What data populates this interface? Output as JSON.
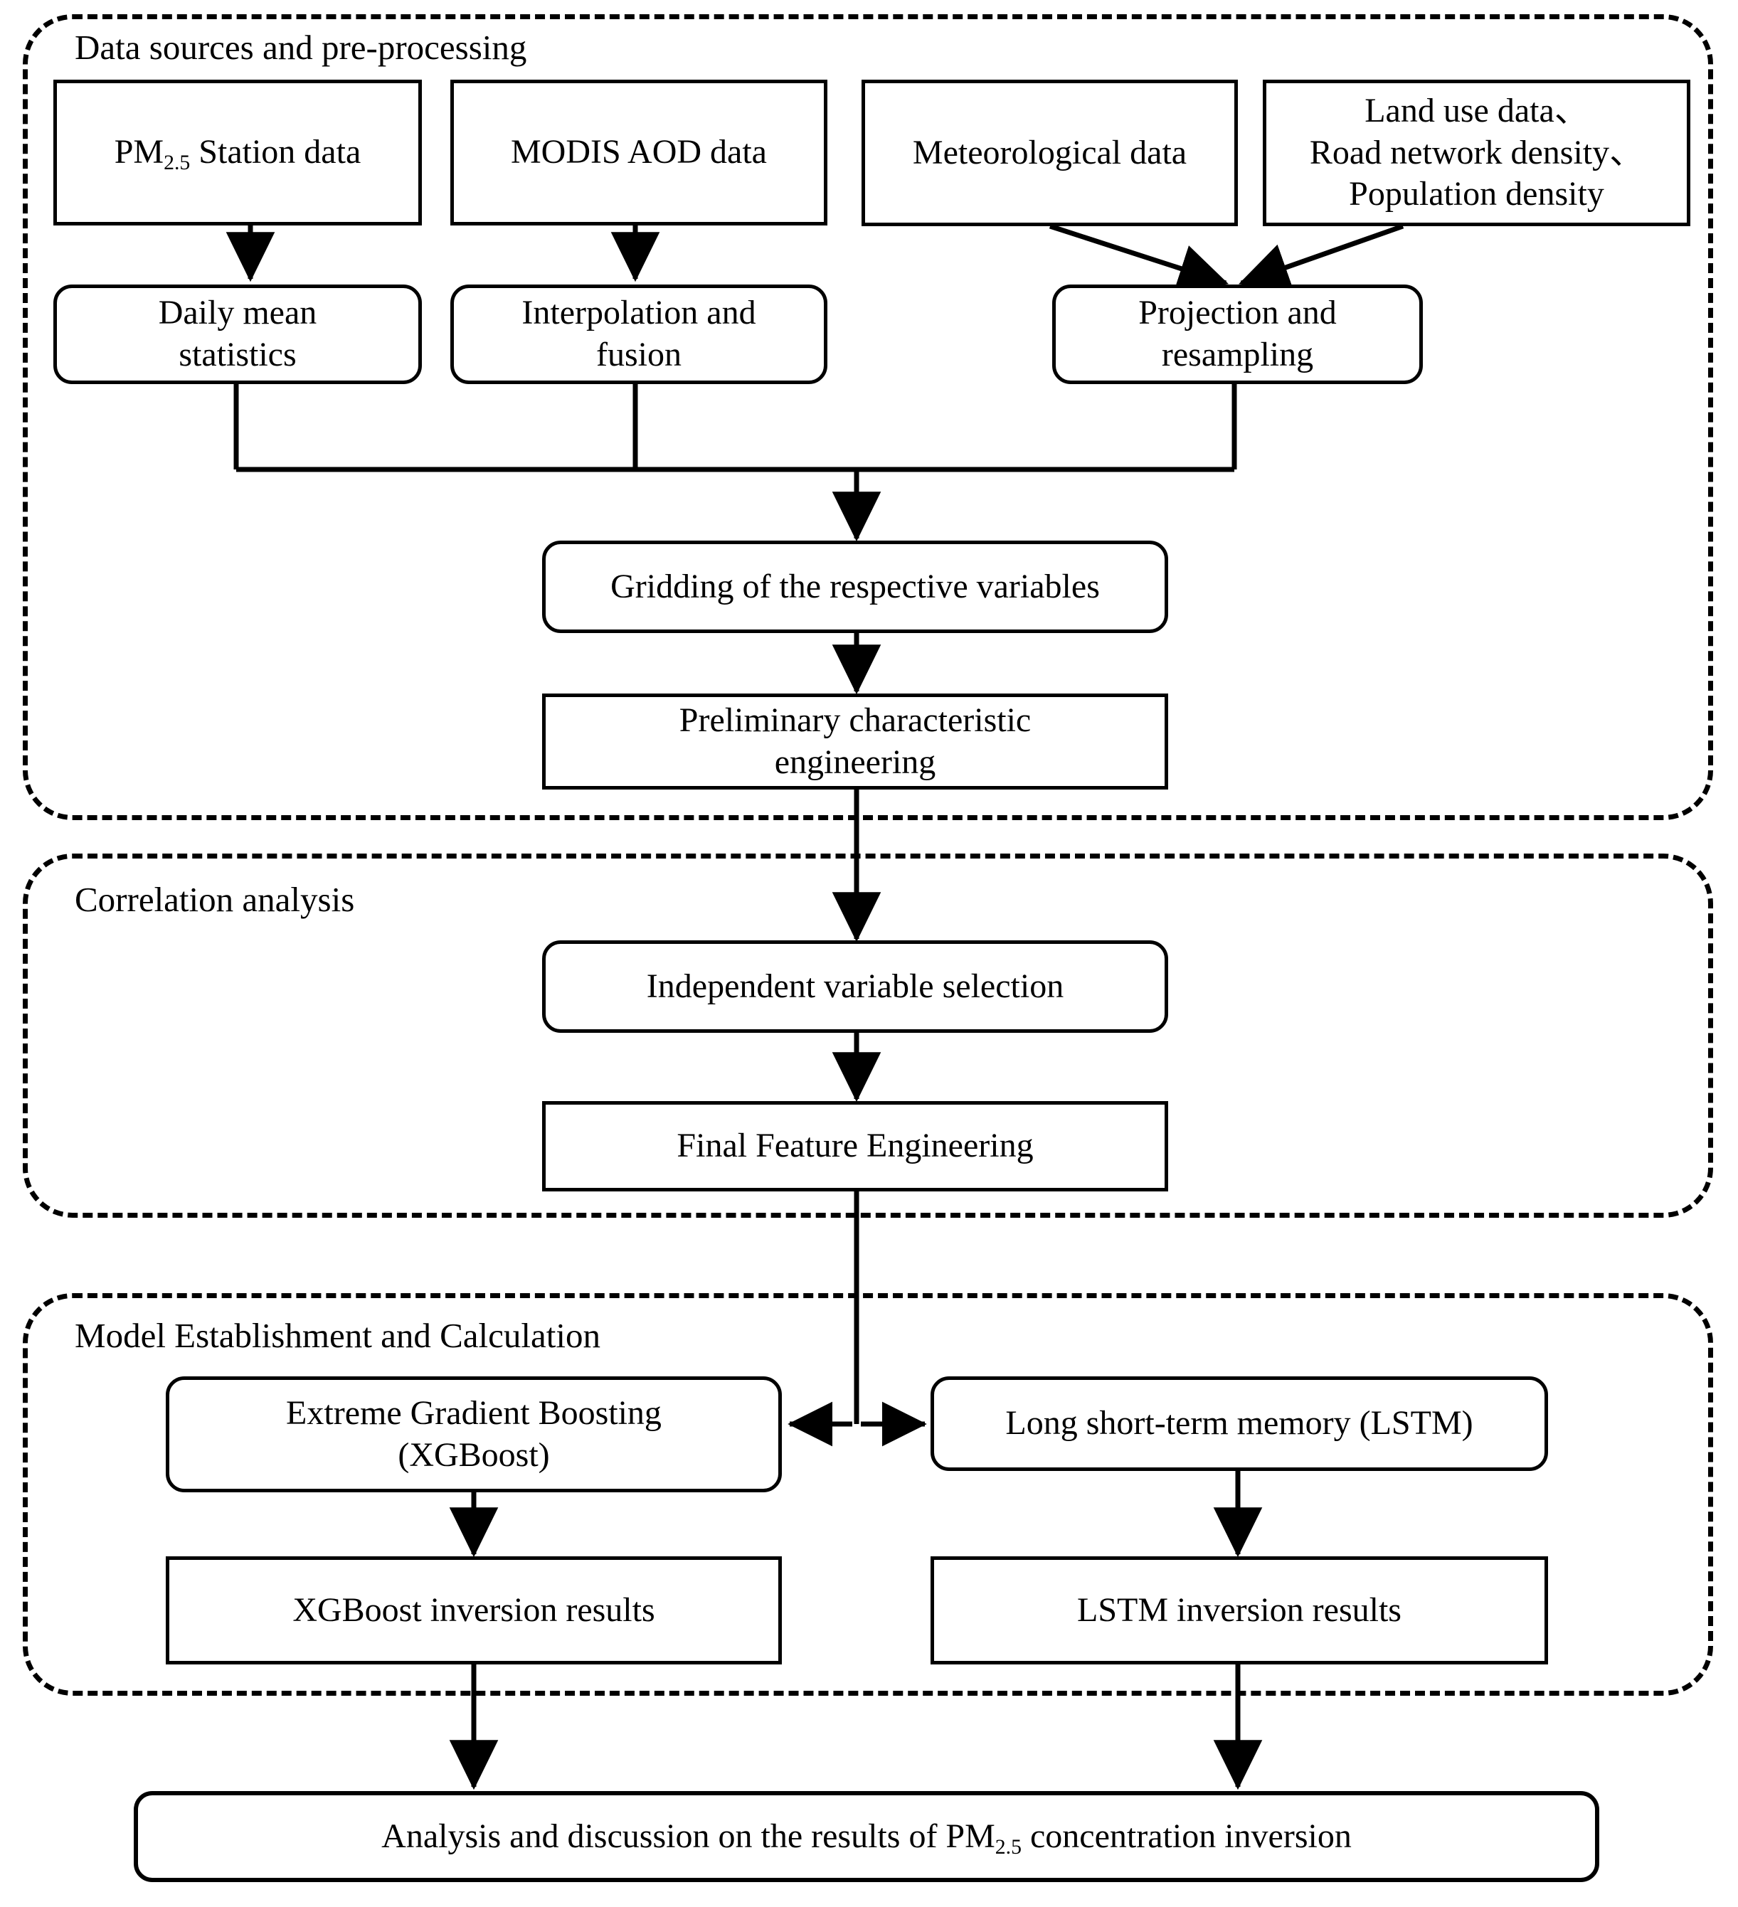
{
  "figure": {
    "type": "flowchart",
    "title": "PM2.5 concentration inversion modelling workflow"
  },
  "groups": [
    {
      "id": "data-sources",
      "label": "Data sources and pre-processing"
    },
    {
      "id": "correlation",
      "label": "Correlation analysis"
    },
    {
      "id": "model",
      "label": "Model Establishment and Calculation"
    }
  ],
  "nodes": {
    "pm25_station": {
      "label_html": "PM<sub>2.5</sub> Station data",
      "shape": "rect"
    },
    "modis_aod": {
      "label": "MODIS AOD data",
      "shape": "rect"
    },
    "meteorological": {
      "label": "Meteorological data",
      "shape": "rect"
    },
    "ancillary": {
      "line1": "Land use data、",
      "line2": "Road network density、",
      "line3": "Population density",
      "shape": "rect"
    },
    "daily_mean": {
      "line1": "Daily mean",
      "line2": "statistics",
      "shape": "rounded"
    },
    "interp_fusion": {
      "line1": "Interpolation and",
      "line2": "fusion",
      "shape": "rounded"
    },
    "projection": {
      "line1": "Projection and",
      "line2": "resampling",
      "shape": "rounded"
    },
    "gridding": {
      "label": "Gridding of the respective variables",
      "shape": "rounded"
    },
    "prelim_feature": {
      "line1": "Preliminary characteristic",
      "line2": "engineering",
      "shape": "rect"
    },
    "indep_var": {
      "label": "Independent variable selection",
      "shape": "rounded"
    },
    "final_feature": {
      "label": "Final Feature Engineering",
      "shape": "rect"
    },
    "xgboost": {
      "line1": "Extreme Gradient Boosting",
      "line2": "(XGBoost)",
      "shape": "rounded"
    },
    "lstm": {
      "label": "Long short-term memory (LSTM)",
      "shape": "rounded"
    },
    "xgb_results": {
      "label": "XGBoost inversion results",
      "shape": "rect"
    },
    "lstm_results": {
      "label": "LSTM inversion results",
      "shape": "rect"
    },
    "final_analysis": {
      "label_html": "Analysis and discussion on the results of PM<sub>2.5</sub> concentration inversion",
      "shape": "rounded"
    }
  },
  "edges": [
    {
      "from": "pm25_station",
      "to": "daily_mean",
      "style": "arrow-down"
    },
    {
      "from": "modis_aod",
      "to": "interp_fusion",
      "style": "arrow-down"
    },
    {
      "from": "meteorological",
      "to": "projection",
      "style": "arrow-diagonal"
    },
    {
      "from": "ancillary",
      "to": "projection",
      "style": "arrow-diagonal"
    },
    {
      "from": "daily_mean",
      "to": "gridding",
      "style": "bus-merge"
    },
    {
      "from": "interp_fusion",
      "to": "gridding",
      "style": "bus-merge"
    },
    {
      "from": "projection",
      "to": "gridding",
      "style": "bus-merge"
    },
    {
      "from": "gridding",
      "to": "prelim_feature",
      "style": "arrow-down"
    },
    {
      "from": "prelim_feature",
      "to": "indep_var",
      "style": "arrow-down"
    },
    {
      "from": "indep_var",
      "to": "final_feature",
      "style": "arrow-down"
    },
    {
      "from": "final_feature",
      "to": "xgboost",
      "style": "split-double-arrow"
    },
    {
      "from": "final_feature",
      "to": "lstm",
      "style": "split-double-arrow"
    },
    {
      "from": "xgboost",
      "to": "xgb_results",
      "style": "arrow-down"
    },
    {
      "from": "lstm",
      "to": "lstm_results",
      "style": "arrow-down"
    },
    {
      "from": "xgb_results",
      "to": "final_analysis",
      "style": "arrow-down"
    },
    {
      "from": "lstm_results",
      "to": "final_analysis",
      "style": "arrow-down"
    }
  ],
  "colors": {
    "stroke": "#000000",
    "fill": "#ffffff",
    "background": "#ffffff"
  }
}
